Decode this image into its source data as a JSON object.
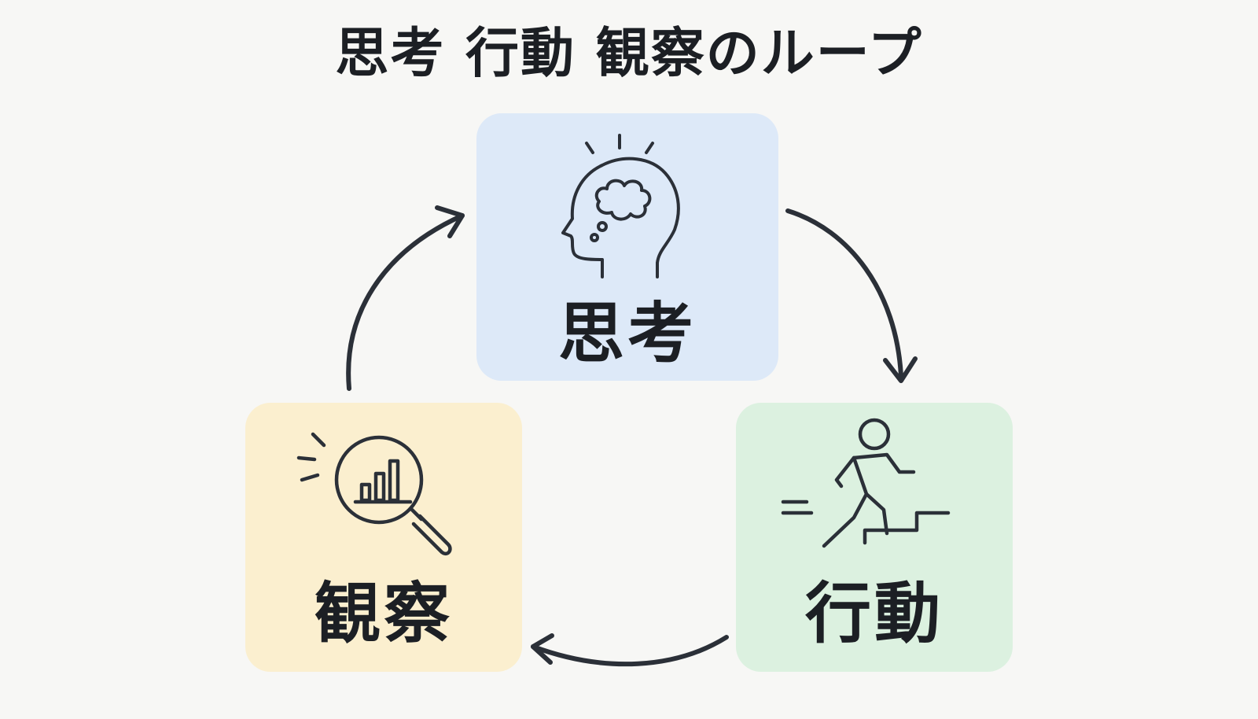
{
  "title": "思考 行動 観察のループ",
  "nodes": {
    "think": {
      "label": "思考",
      "icon": "head-thought-icon",
      "color": "#dde9f8"
    },
    "act": {
      "label": "行動",
      "icon": "running-person-stairs-icon",
      "color": "#dcf1e0"
    },
    "observe": {
      "label": "観察",
      "icon": "magnifier-chart-icon",
      "color": "#fbefcf"
    }
  },
  "connections": [
    {
      "from": "think",
      "to": "act"
    },
    {
      "from": "act",
      "to": "observe"
    },
    {
      "from": "observe",
      "to": "think"
    }
  ],
  "colors": {
    "stroke": "#2b3038",
    "background": "#f7f7f5"
  }
}
